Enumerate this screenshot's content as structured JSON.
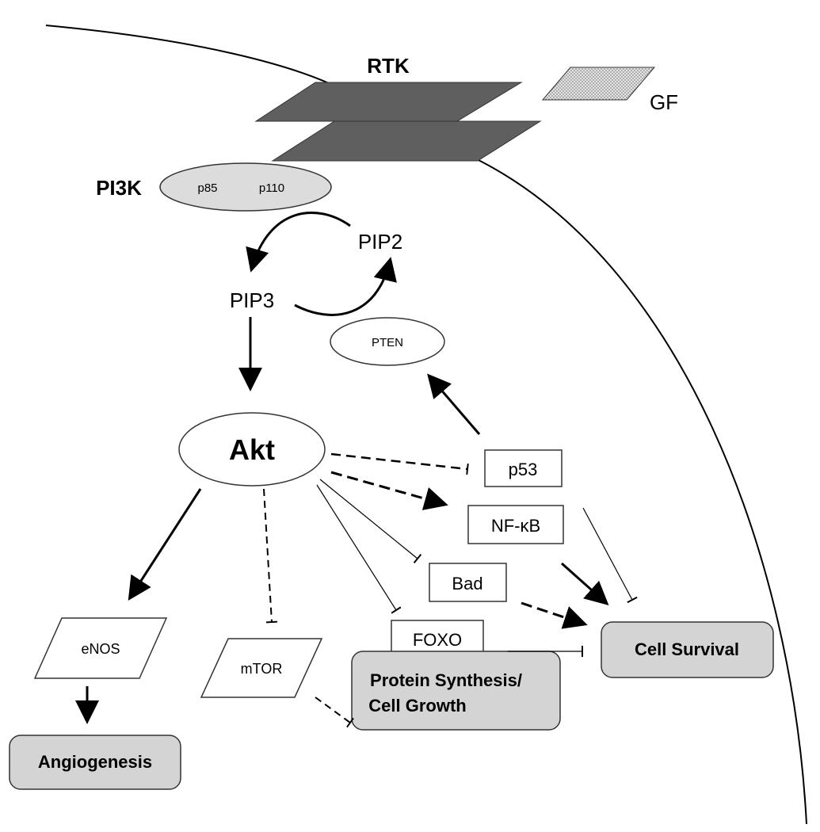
{
  "labels": {
    "rtk": "RTK",
    "gf": "GF",
    "pi3k": "PI3K",
    "p85": "p85",
    "p110": "p110",
    "pip2": "PIP2",
    "pip3": "PIP3",
    "pten": "PTEN",
    "akt": "Akt",
    "p53": "p53",
    "nfkb": "NF-κB",
    "bad": "Bad",
    "foxo": "FOXO",
    "enos": "eNOS",
    "mtor": "mTOR",
    "cell_survival": "Cell Survival",
    "protein_synthesis_line1": "Protein Synthesis/",
    "protein_synthesis_line2": "Cell Growth",
    "angiogenesis": "Angiogenesis"
  },
  "colors": {
    "receptor": "#5f5f5f",
    "outcome_box": "#d4d4d4",
    "pi3k_fill": "#dcdcdc",
    "gf_fill": "#c8c8c8"
  }
}
